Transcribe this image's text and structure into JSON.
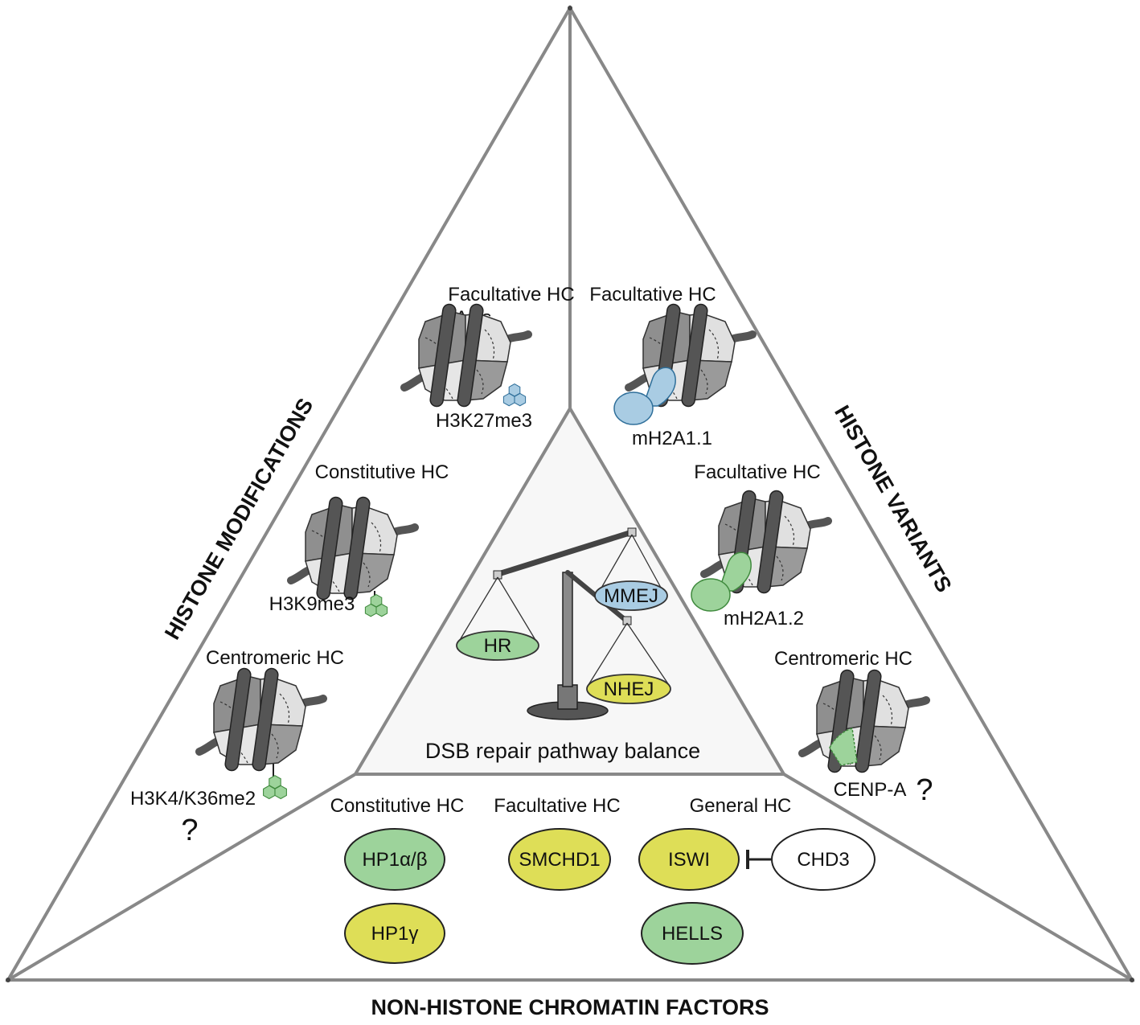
{
  "sections": {
    "left_title": "HISTONE MODIFICATIONS",
    "right_title": "HISTONE VARIANTS",
    "bottom_title": "NON-HISTONE CHROMATIN FACTORS"
  },
  "center": {
    "caption": "DSB repair pathway balance",
    "pans": {
      "hr": "HR",
      "mmej": "MMEJ",
      "nhej": "NHEJ"
    }
  },
  "histone_modifications": [
    {
      "region": "Facultative HC",
      "region_line2": "LADs",
      "mark": "H3K27me3",
      "mark_color": "#a9cce3"
    },
    {
      "region": "Constitutive HC",
      "mark": "H3K9me3",
      "mark_color": "#9dd39b"
    },
    {
      "region": "Centromeric HC",
      "mark": "H3K4/K36me2",
      "mark_color": "#9dd39b",
      "uncertain": "?"
    }
  ],
  "histone_variants": [
    {
      "region": "Facultative HC",
      "variant": "mH2A1.1",
      "color": "#a9cce3"
    },
    {
      "region": "Facultative HC",
      "variant": "mH2A1.2",
      "color": "#9dd39b"
    },
    {
      "region": "Centromeric HC",
      "variant": "CENP-A",
      "color": "#9dd39b",
      "uncertain": "?"
    }
  ],
  "non_histone_factors": {
    "groups": [
      "Constitutive HC",
      "Facultative HC",
      "General HC"
    ],
    "factors": {
      "hp1ab": "HP1α/β",
      "hp1g": "HP1γ",
      "smchd1": "SMCHD1",
      "iswi": "ISWI",
      "chd3": "CHD3",
      "hells": "HELLS"
    }
  },
  "colors": {
    "green": "#9dd39b",
    "yellow": "#dede57",
    "blue": "#a9cce3",
    "lines": "#888888",
    "center_fill": "#f7f7f7",
    "nucleosome_dark": "#8f8f8f",
    "nucleosome_light": "#dcdcdc",
    "dna": "#555555"
  }
}
